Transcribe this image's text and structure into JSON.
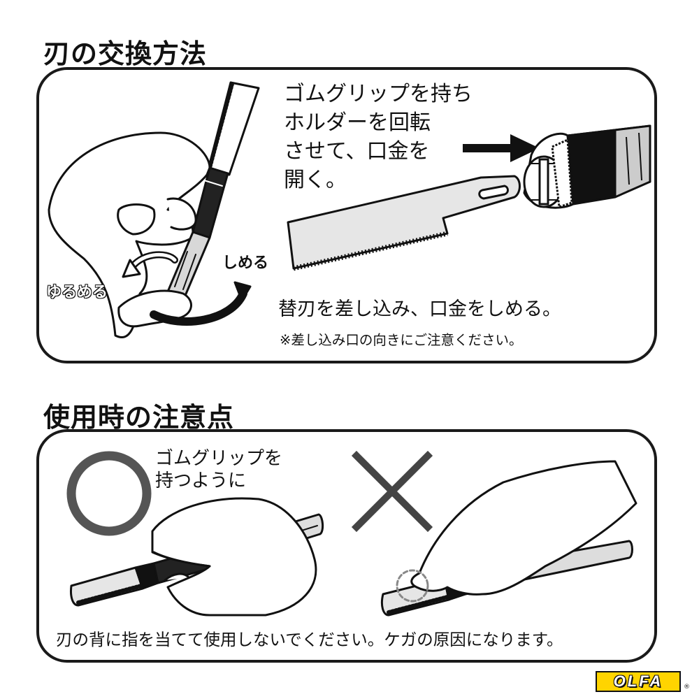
{
  "section1": {
    "title": "刃の交換方法",
    "instruction_lines": [
      "ゴムグリップを持ち",
      "ホルダーを回転",
      "させて、口金を",
      "開く。"
    ],
    "tighten_label": "しめる",
    "loosen_label": "ゆるめる",
    "insert_instruction": "替刃を差し込み、口金をしめる。",
    "insert_note": "※差し込み口の向きにご注意ください。"
  },
  "section2": {
    "title": "使用時の注意点",
    "correct_note_lines": [
      "ゴムグリップを",
      "持つように"
    ],
    "warning": "刃の背に指を当てて使用しないでください。ケガの原因になります。"
  },
  "brand": {
    "logo_text": "OLFA",
    "logo_color": "#ffd400",
    "registered_mark": "®"
  },
  "icons": {
    "correct": "circle-correct-icon",
    "incorrect": "cross-incorrect-icon",
    "arrow": "arrow-right-icon"
  }
}
